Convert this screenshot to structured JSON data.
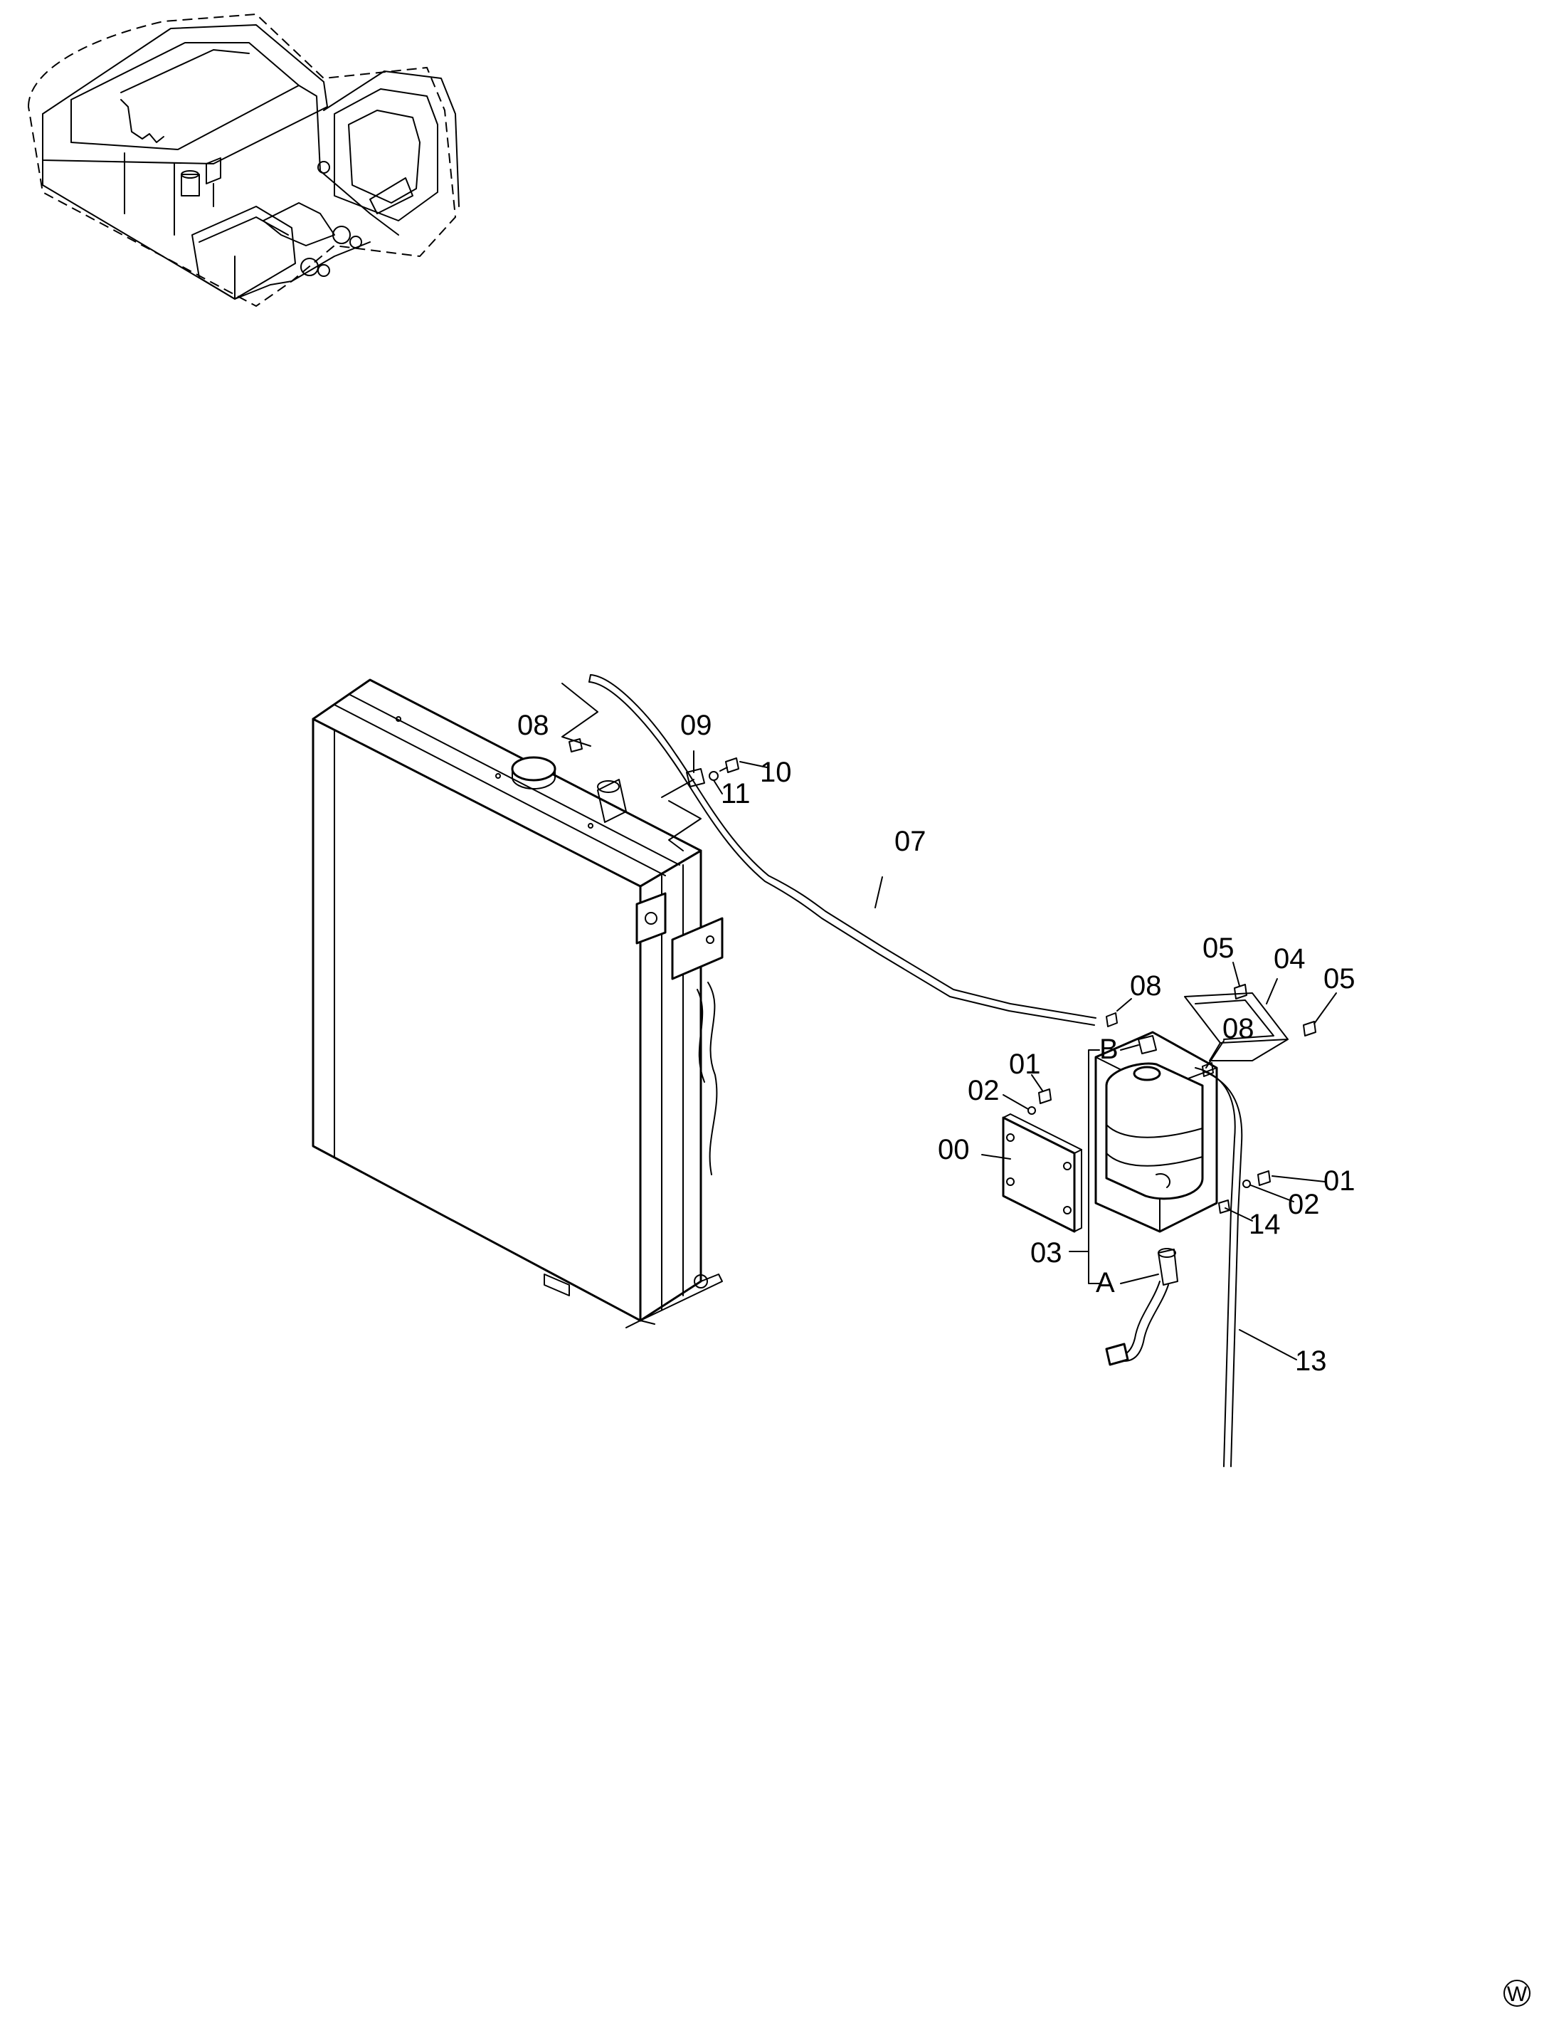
{
  "callouts": {
    "c08a": "08",
    "c09": "09",
    "c10": "10",
    "c11": "11",
    "c07": "07",
    "c05a": "05",
    "c04": "04",
    "c05b": "05",
    "c08b": "08",
    "cB": "B",
    "c08c": "08",
    "c01a": "01",
    "c02a": "02",
    "c00": "00",
    "c01b": "01",
    "c02b": "02",
    "c14": "14",
    "c03": "03",
    "cA": "A",
    "c13": "13"
  },
  "corner_mark": "W"
}
